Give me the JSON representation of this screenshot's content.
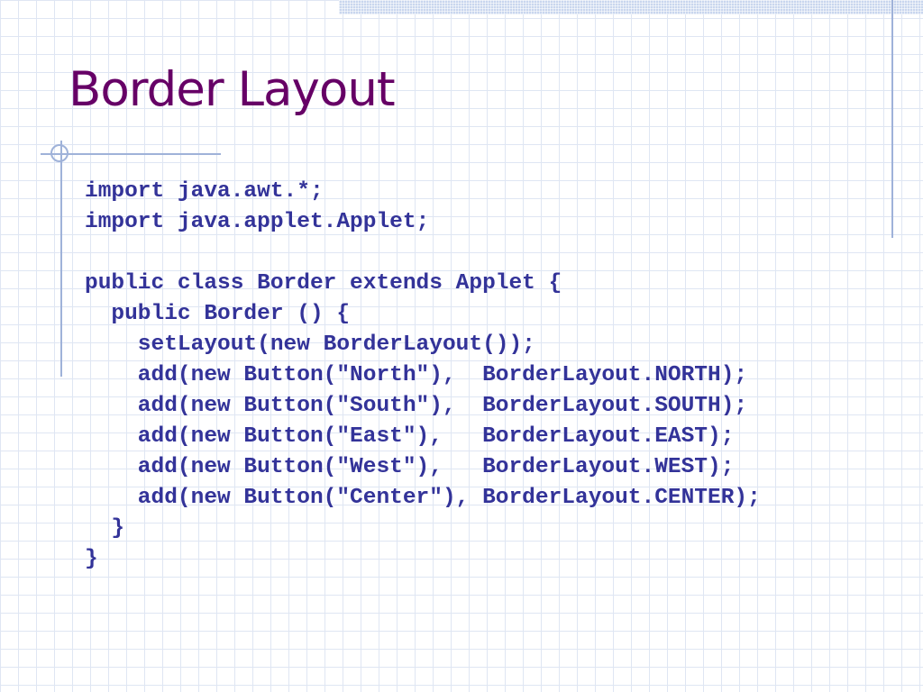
{
  "slide": {
    "title": "Border Layout",
    "code_lines": [
      "import java.awt.*;",
      "import java.applet.Applet;",
      "",
      "public class Border extends Applet {",
      "  public Border () {",
      "    setLayout(new BorderLayout());",
      "    add(new Button(\"North\"),  BorderLayout.NORTH);",
      "    add(new Button(\"South\"),  BorderLayout.SOUTH);",
      "    add(new Button(\"East\"),   BorderLayout.EAST);",
      "    add(new Button(\"West\"),   BorderLayout.WEST);",
      "    add(new Button(\"Center\"), BorderLayout.CENTER);",
      "  }",
      "}"
    ]
  },
  "colors": {
    "title": "#660066",
    "code": "#333399",
    "grid": "#dfe6f3",
    "accent_lines": "#9fb2d9"
  }
}
